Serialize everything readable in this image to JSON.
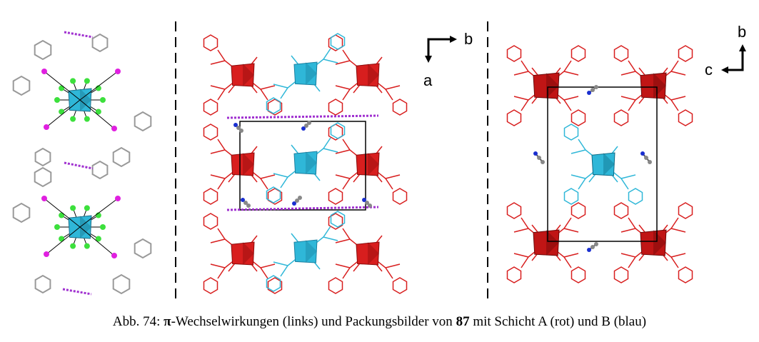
{
  "figure": {
    "panels": [
      {
        "name": "pi-interactions",
        "axes": []
      },
      {
        "name": "packing-layer-ab",
        "axes": [
          "b",
          "a"
        ]
      },
      {
        "name": "packing-layer-bc",
        "axes": [
          "b",
          "c"
        ]
      }
    ],
    "colors": {
      "layer_a": "#d81e1e",
      "layer_b": "#2fb7d8",
      "pi_contact": "#a030d0",
      "halogen": "#3ce03c",
      "unit_cell": "#000000"
    }
  },
  "caption": {
    "prefix": "Abb. 74: ",
    "pi": "π",
    "text1": "-Wechselwirkungen (links) und Packungsbilder von ",
    "compound": "87",
    "text2": " mit Schicht A (rot) und B (blau)"
  }
}
